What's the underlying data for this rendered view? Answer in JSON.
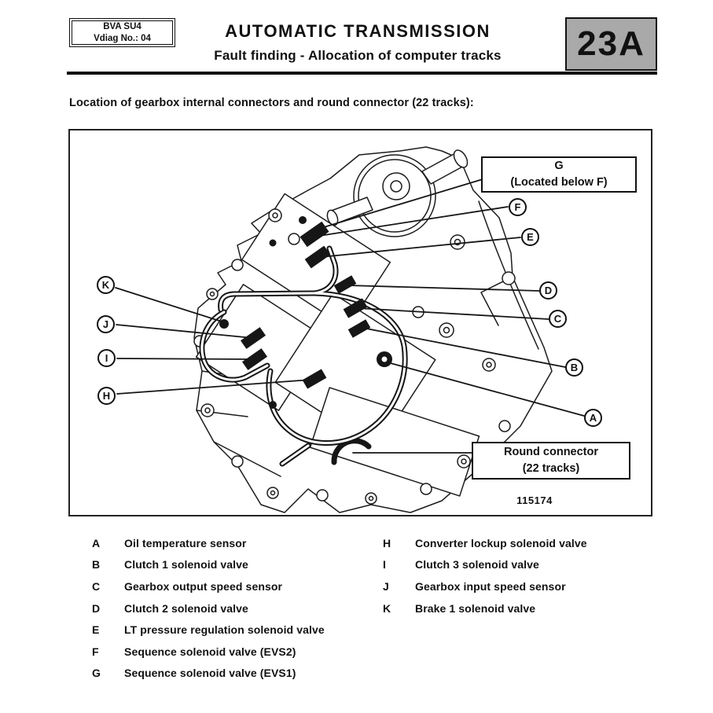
{
  "header": {
    "vehicle_box": {
      "line1": "BVA SU4",
      "line2": "Vdiag No.: 04"
    },
    "title": "AUTOMATIC TRANSMISSION",
    "subtitle": "Fault finding - Allocation of computer tracks",
    "section_code": "23A"
  },
  "intro": "Location of gearbox internal connectors and round connector (22 tracks):",
  "figure": {
    "number": "115174",
    "g_box": {
      "line1": "G",
      "line2": "(Located below F)"
    },
    "round_connector_box": {
      "line1": "Round connector",
      "line2": "(22 tracks)"
    },
    "callouts": [
      "F",
      "E",
      "D",
      "C",
      "B",
      "A",
      "K",
      "J",
      "I",
      "H"
    ]
  },
  "legend": {
    "left": [
      {
        "key": "A",
        "label": "Oil temperature sensor"
      },
      {
        "key": "B",
        "label": "Clutch 1 solenoid valve"
      },
      {
        "key": "C",
        "label": "Gearbox output speed sensor"
      },
      {
        "key": "D",
        "label": "Clutch 2 solenoid valve"
      },
      {
        "key": "E",
        "label": "LT pressure regulation solenoid valve"
      },
      {
        "key": "F",
        "label": "Sequence solenoid valve (EVS2)"
      },
      {
        "key": "G",
        "label": "Sequence solenoid valve (EVS1)"
      }
    ],
    "right": [
      {
        "key": "H",
        "label": "Converter lockup solenoid valve"
      },
      {
        "key": "I",
        "label": "Clutch 3 solenoid valve"
      },
      {
        "key": "J",
        "label": "Gearbox input speed sensor"
      },
      {
        "key": "K",
        "label": "Brake 1 solenoid valve"
      }
    ]
  },
  "colors": {
    "section_bg": "#a9a9a9",
    "ink": "#111111"
  }
}
